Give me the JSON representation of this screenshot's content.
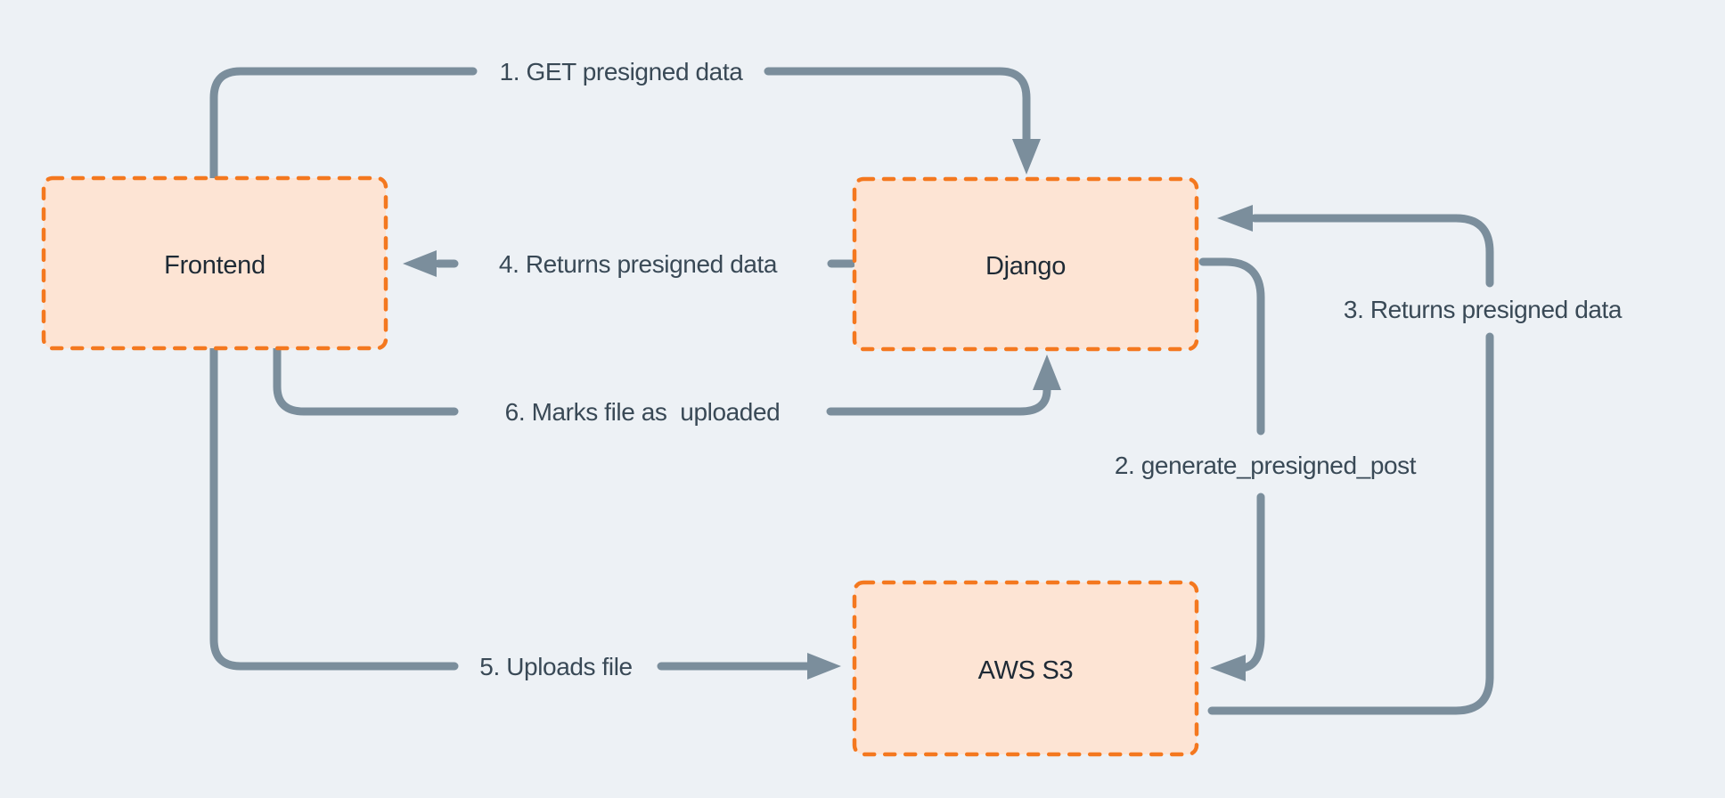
{
  "palette": {
    "background": "#edf1f5",
    "node_fill": "#fde4d4",
    "node_border": "#f4781f",
    "arrow": "#7b8e9c",
    "label_text": "#394956",
    "node_text": "#1e2a35"
  },
  "nodes": {
    "frontend": {
      "label": "Frontend"
    },
    "django": {
      "label": "Django"
    },
    "aws_s3": {
      "label": "AWS S3"
    }
  },
  "edges": {
    "e1": {
      "label": "1. GET presigned data"
    },
    "e2": {
      "label": "2. generate_presigned_post"
    },
    "e3": {
      "label": "3. Returns presigned data"
    },
    "e4": {
      "label": "4. Returns presigned data"
    },
    "e5": {
      "label": "5. Uploads file"
    },
    "e6": {
      "label": "6. Marks file as  uploaded"
    }
  }
}
